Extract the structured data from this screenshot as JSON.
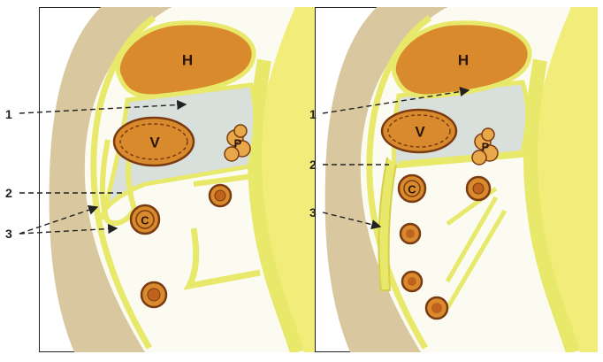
{
  "diagrams": [
    {
      "id": "left",
      "organs": {
        "liver": "H",
        "stomach": "V",
        "pancreas": "P",
        "colon": "C"
      },
      "callouts": [
        "1",
        "2",
        "3"
      ]
    },
    {
      "id": "right",
      "organs": {
        "liver": "H",
        "stomach": "V",
        "pancreas": "P",
        "colon": "C"
      },
      "callouts": [
        "1",
        "2",
        "3"
      ]
    }
  ],
  "colors": {
    "wall": "#d9c7a0",
    "cavity": "#fbfbf2",
    "peritoneum": "#e8e86a",
    "retroperitoneal": "#f2ec7a",
    "bursa": "#d9e0dc",
    "organ": "#d88a2c",
    "organ_outline": "#7a3a12"
  }
}
